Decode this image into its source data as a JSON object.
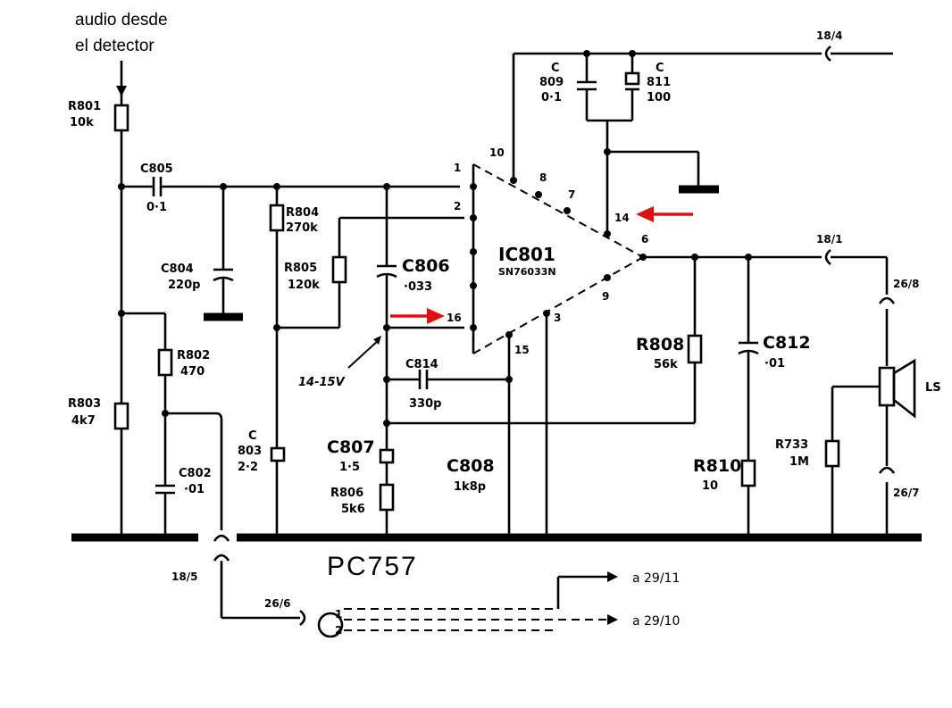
{
  "header": {
    "line1": "audio desde",
    "line2": "el detector"
  },
  "board": "PC757",
  "ic": {
    "ref": "IC801",
    "part": "SN76033N"
  },
  "pins": {
    "p1": "1",
    "p2": "2",
    "p3": "3",
    "p6": "6",
    "p7": "7",
    "p8": "8",
    "p9": "9",
    "p10": "10",
    "p14": "14",
    "p15": "15",
    "p16": "16"
  },
  "components": {
    "r801": {
      "ref": "R801",
      "value": "10k"
    },
    "c805": {
      "ref": "C805",
      "value": "0·1"
    },
    "c804": {
      "ref": "C804",
      "value": "220p"
    },
    "r804": {
      "ref": "R804",
      "value": "270k"
    },
    "r805": {
      "ref": "R805",
      "value": "120k"
    },
    "c806": {
      "ref": "C806",
      "value": "·033"
    },
    "c809": {
      "prefix": "C",
      "ref": "809",
      "value": "0·1"
    },
    "c811": {
      "prefix": "C",
      "ref": "811",
      "value": "100"
    },
    "r802": {
      "ref": "R802",
      "value": "470"
    },
    "r803": {
      "ref": "R803",
      "value": "4k7"
    },
    "c802": {
      "ref": "C802",
      "value": "·01"
    },
    "c803": {
      "prefix": "C",
      "ref": "803",
      "value": "2·2"
    },
    "c807": {
      "ref": "C807",
      "value": "1·5"
    },
    "r806": {
      "ref": "R806",
      "value": "5k6"
    },
    "c814": {
      "ref": "C814",
      "value": "330p"
    },
    "c808": {
      "ref": "C808",
      "value": "1k8p"
    },
    "r808": {
      "ref": "R808",
      "value": "56k"
    },
    "c812": {
      "ref": "C812",
      "value": "·01"
    },
    "r810": {
      "ref": "R810",
      "value": "10"
    },
    "r733": {
      "ref": "R733",
      "value": "1M"
    },
    "ls": {
      "ref": "LS"
    }
  },
  "voltage": "14-15V",
  "connectors": {
    "c18_4": "18/4",
    "c18_1": "18/1",
    "c26_8": "26/8",
    "c26_7": "26/7",
    "c18_5": "18/5",
    "c26_6": "26/6"
  },
  "connector_pins": {
    "p1": "1",
    "p2": "2"
  },
  "outputs": {
    "o1": "a 29/11",
    "o2": "a 29/10"
  },
  "colors": {
    "ink": "#000000",
    "highlight_arrow": "#e01010",
    "background": "#ffffff"
  }
}
